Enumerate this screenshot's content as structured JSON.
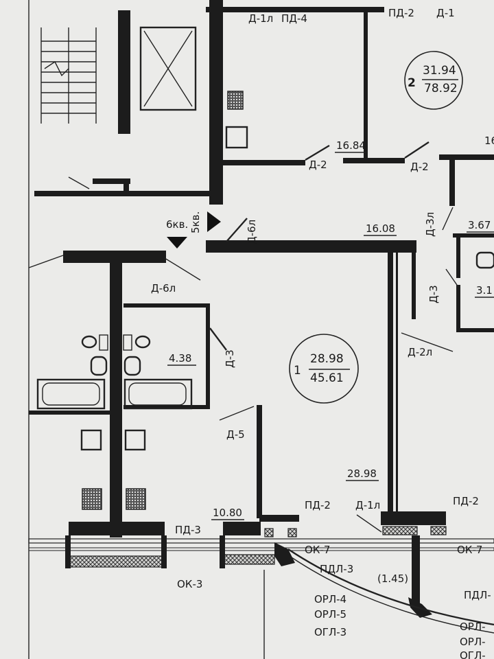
{
  "apartments": [
    {
      "number": "1",
      "living": "28.98",
      "total": "45.61"
    },
    {
      "number": "2",
      "living": "31.94",
      "total": "78.92"
    }
  ],
  "room_areas": {
    "a1": "16.84",
    "a2": "16.08",
    "a3": "4.38",
    "a4": "28.98",
    "a5": "10.80",
    "a6": "3.67",
    "a7": "(1.45)",
    "a8": "16",
    "a9": "3.1"
  },
  "marks": {
    "apt6": "6кв.",
    "apt5": "5кв."
  },
  "doors": {
    "d1": "Д-1л",
    "d2": "ПД-4",
    "d3": "ПД-2",
    "d4": "Д-1",
    "d5": "Д-2",
    "d6": "Д-2",
    "d7": "Д-6л",
    "d8": "Д-6л",
    "d9": "Д-3л",
    "d10": "Д-3",
    "d11": "Д-3",
    "d12": "Д-2л",
    "d13": "Д-5",
    "d14": "ПД-2",
    "d15": "Д-1л",
    "d16": "ПД-2",
    "d17": "ПД-3"
  },
  "windows": {
    "w1": "ОК-7",
    "w2": "ОК-7",
    "w3": "ОК-3",
    "w4": "ПДЛ-3",
    "w5": "ОРЛ-4",
    "w6": "ОРЛ-5",
    "w7": "ОГЛ-3",
    "w8": "ПДЛ-",
    "w9": "ОРЛ-",
    "w10": "ОРЛ-",
    "w11": "ОГЛ-"
  }
}
